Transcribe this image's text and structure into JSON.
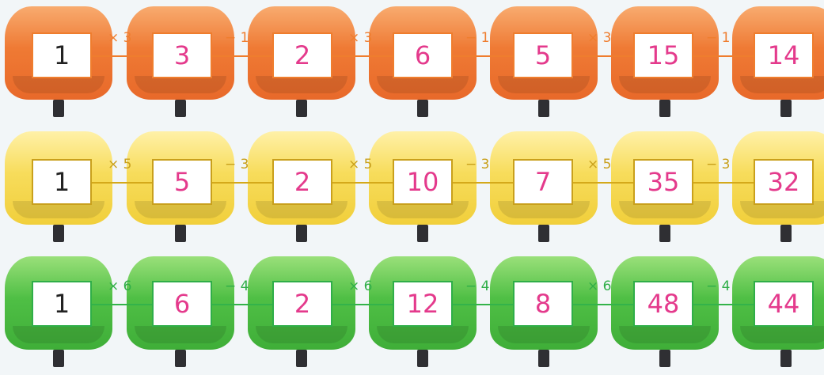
{
  "rows": [
    {
      "color": "orange",
      "boxes": [
        "1",
        "3",
        "2",
        "6",
        "5",
        "15",
        "14"
      ],
      "ops": [
        "× 3",
        "− 1",
        "× 3",
        "− 1",
        "× 3",
        "− 1"
      ]
    },
    {
      "color": "yellow",
      "boxes": [
        "1",
        "5",
        "2",
        "10",
        "7",
        "35",
        "32"
      ],
      "ops": [
        "× 5",
        "− 3",
        "× 5",
        "− 3",
        "× 5",
        "− 3"
      ]
    },
    {
      "color": "green",
      "boxes": [
        "1",
        "6",
        "2",
        "12",
        "8",
        "48",
        "44"
      ],
      "ops": [
        "× 6",
        "− 4",
        "× 6",
        "− 4",
        "× 6",
        "− 4"
      ]
    }
  ]
}
